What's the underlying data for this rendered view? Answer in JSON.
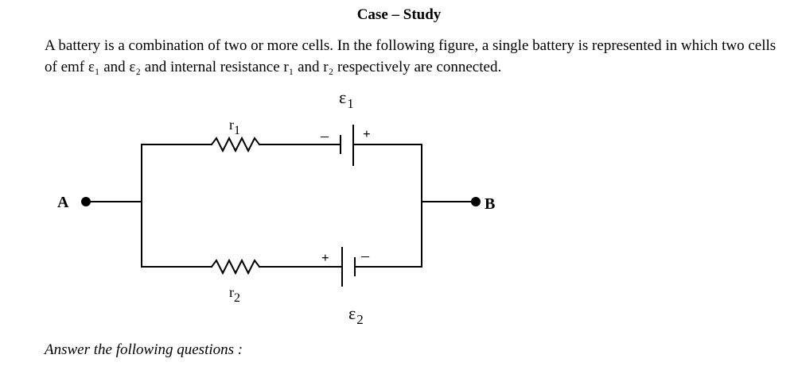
{
  "heading": "Case – Study",
  "paragraph": "A battery is a combination of two or more cells. In the following figure, a single battery is represented in which two cells of emf ε₁ and ε₂ and internal resistance r₁ and r₂ respectively are connected.",
  "figure": {
    "emf1_symbol": "ε",
    "emf1_sub": "1",
    "emf2_symbol": "ε",
    "emf2_sub": "2",
    "r1_symbol": "r",
    "r1_sub": "1",
    "r2_symbol": "r",
    "r2_sub": "2",
    "terminal_a": "A",
    "terminal_b": "B",
    "plus": "+",
    "minus": "–"
  },
  "footer": "Answer the following questions :"
}
